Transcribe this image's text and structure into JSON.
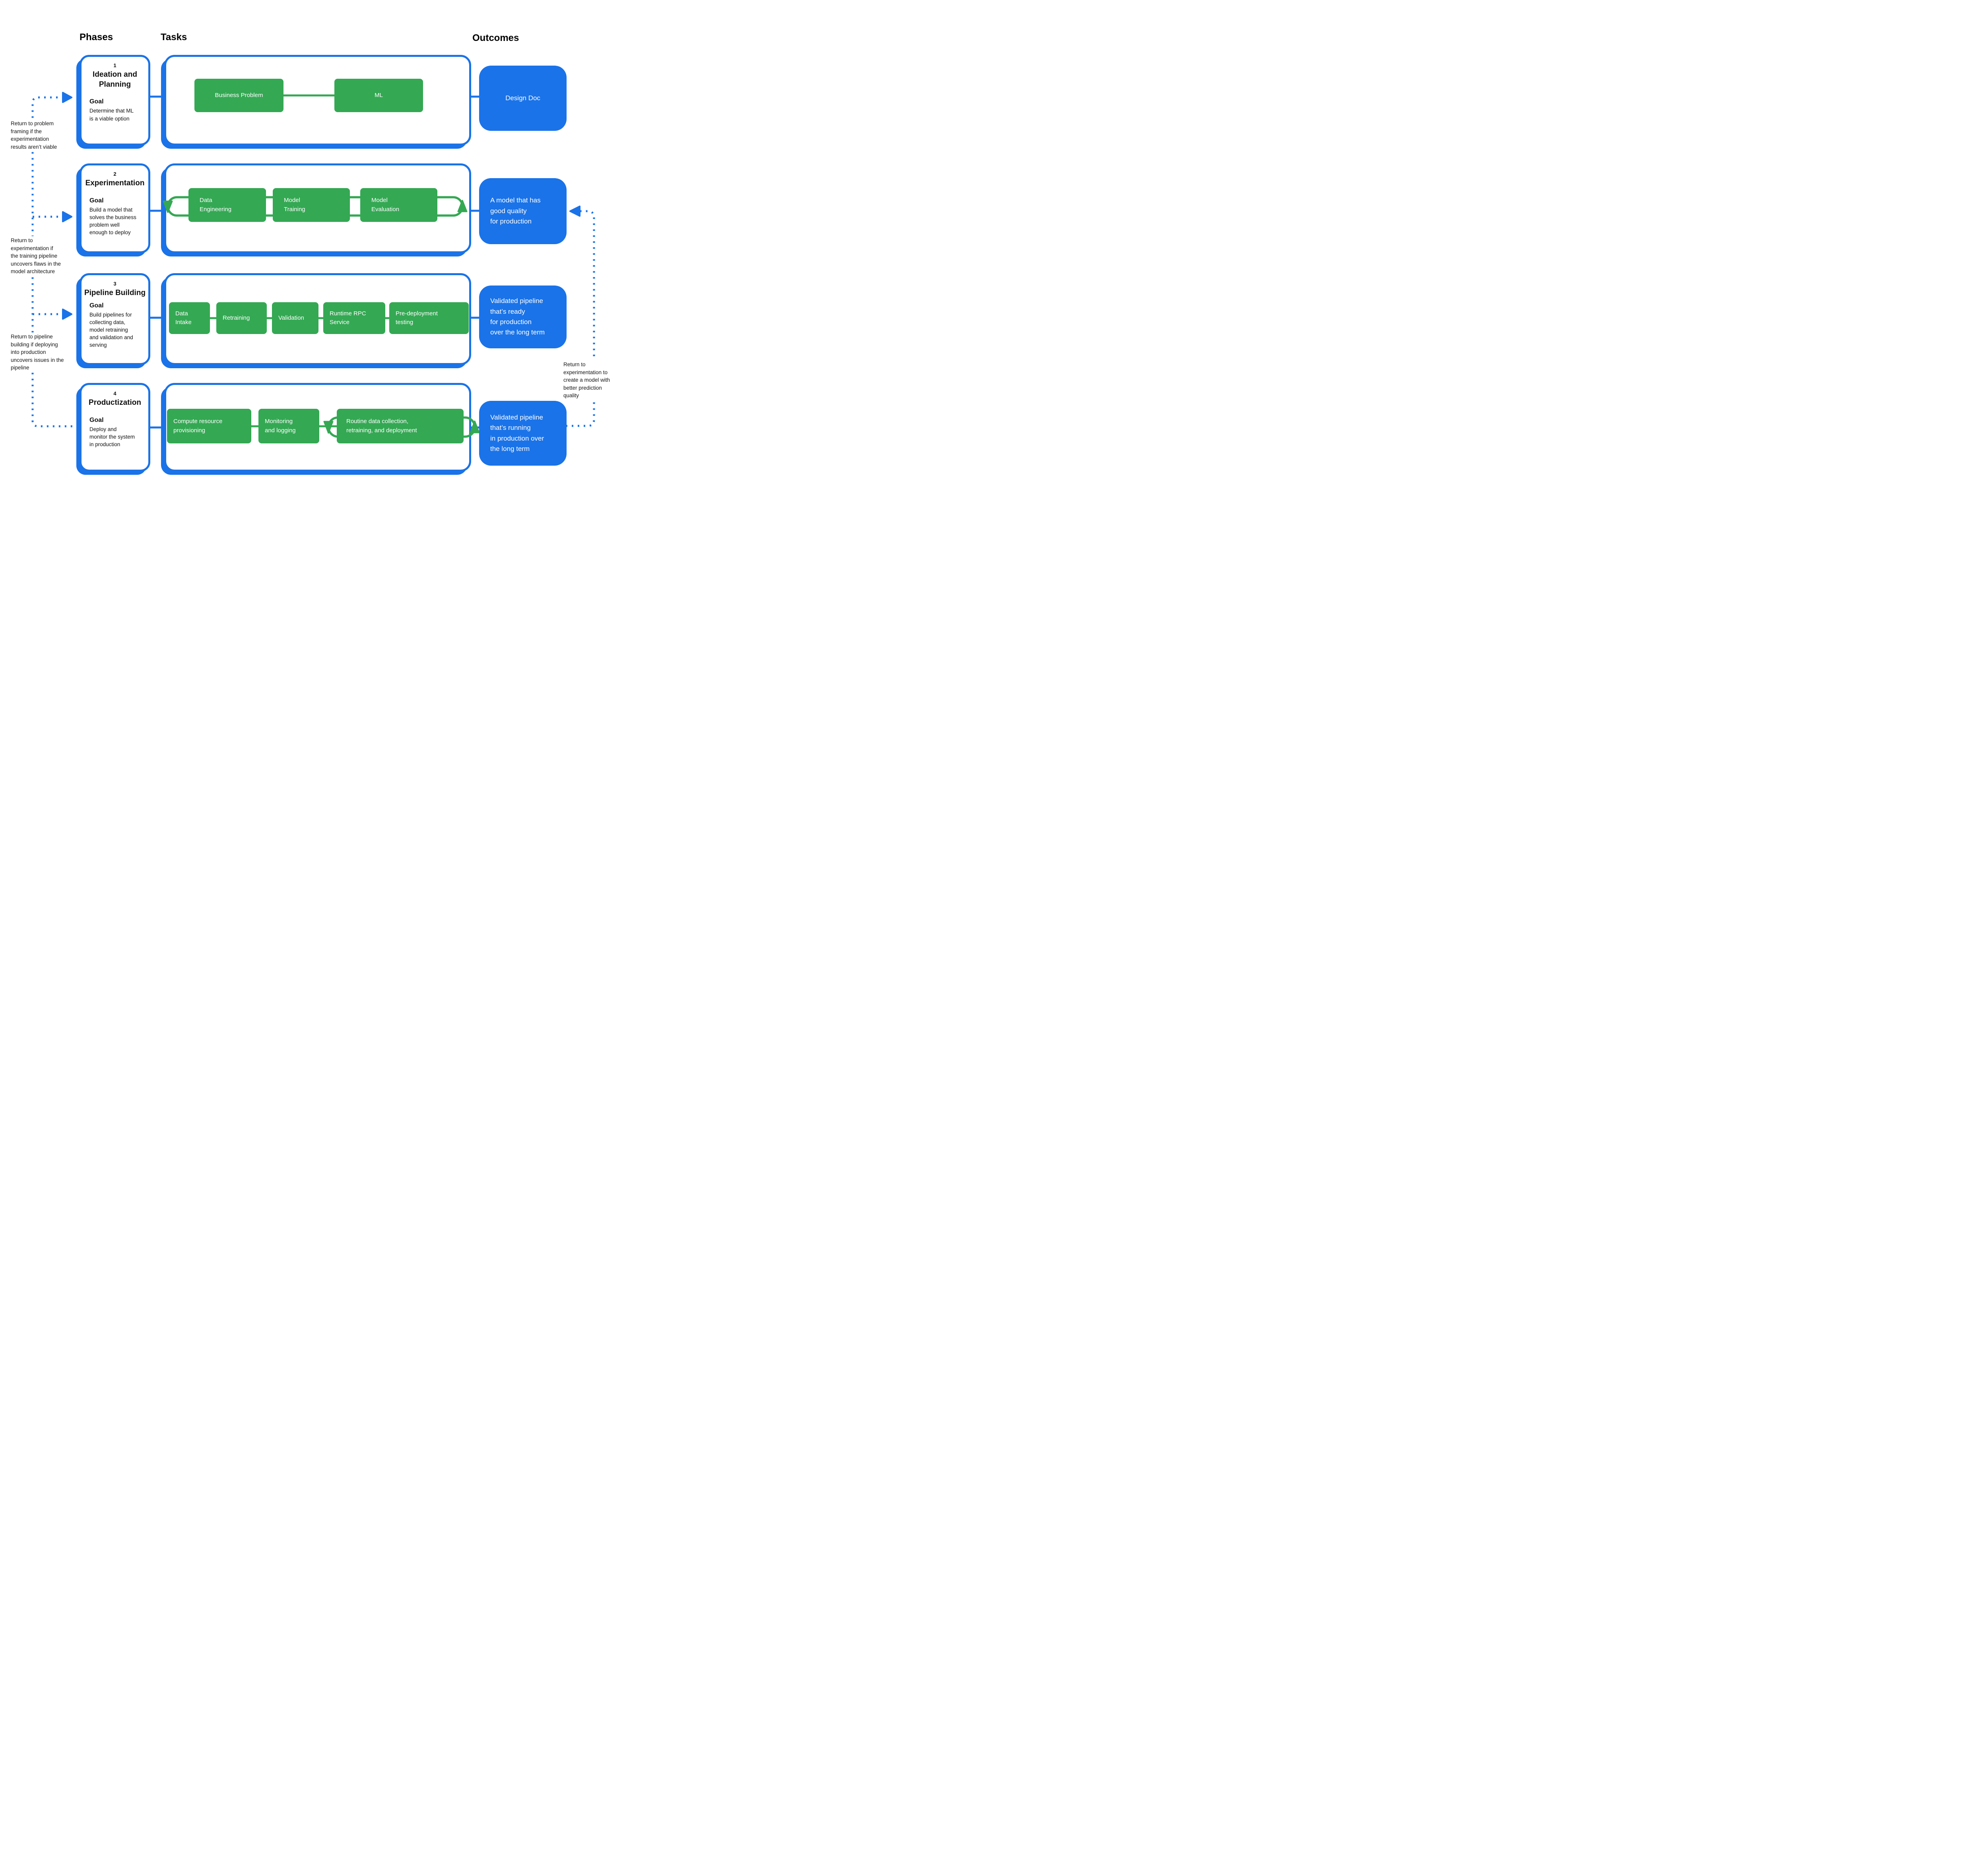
{
  "header": {
    "phases": "Phases",
    "tasks": "Tasks",
    "outcomes": "Outcomes"
  },
  "colors": {
    "green": "#34A853",
    "blue": "#1A73E8",
    "text": "#111111"
  },
  "phases": [
    {
      "number": "1",
      "title": "Ideation and\nPlanning",
      "goal_label": "Goal",
      "goal": "Determine that ML\nis a viable option"
    },
    {
      "number": "2",
      "title": "Experimentation",
      "goal_label": "Goal",
      "goal": "Build a model that\nsolves the business\nproblem well\nenough to deploy"
    },
    {
      "number": "3",
      "title": "Pipeline Building",
      "goal_label": "Goal",
      "goal": "Build pipelines for\ncollecting data,\nmodel retraining\nand validation and\nserving"
    },
    {
      "number": "4",
      "title": "Productization",
      "goal_label": "Goal",
      "goal": "Deploy and\nmonitor the system\nin production"
    }
  ],
  "task_rows": [
    {
      "boxes": [
        "Business Problem",
        "ML"
      ],
      "loop": "none"
    },
    {
      "boxes": [
        "Data\nEngineering",
        "Model\nTraining",
        "Model\nEvaluation"
      ],
      "loop": "whole-row"
    },
    {
      "boxes": [
        "Data\nIntake",
        "Retraining",
        "Validation",
        "Runtime RPC\nService",
        "Pre-deployment\ntesting"
      ],
      "loop": "none"
    },
    {
      "boxes": [
        "Compute resource\nprovisioning",
        "Monitoring\nand logging",
        "Routine data collection,\nretraining, and deployment"
      ],
      "loop": "last-box"
    }
  ],
  "outcomes": [
    "Design Doc",
    "A model that has\ngood quality\nfor production",
    "Validated pipeline\nthat’s ready\nfor production\nover the long term",
    "Validated pipeline\nthat’s running\nin production over\nthe long term"
  ],
  "annotations": {
    "left": [
      "Return to problem\nframing if the\nexperimentation\nresults aren’t viable",
      "Return to\nexperimentation if\nthe training pipeline\nuncovers flaws in the\nmodel architecture",
      "Return to pipeline\nbuilding if deploying\ninto production\nuncovers issues in the\npipeline"
    ],
    "right": [
      "Return to\nexperimentation to\ncreate a model with\nbetter prediction\nquality"
    ]
  }
}
